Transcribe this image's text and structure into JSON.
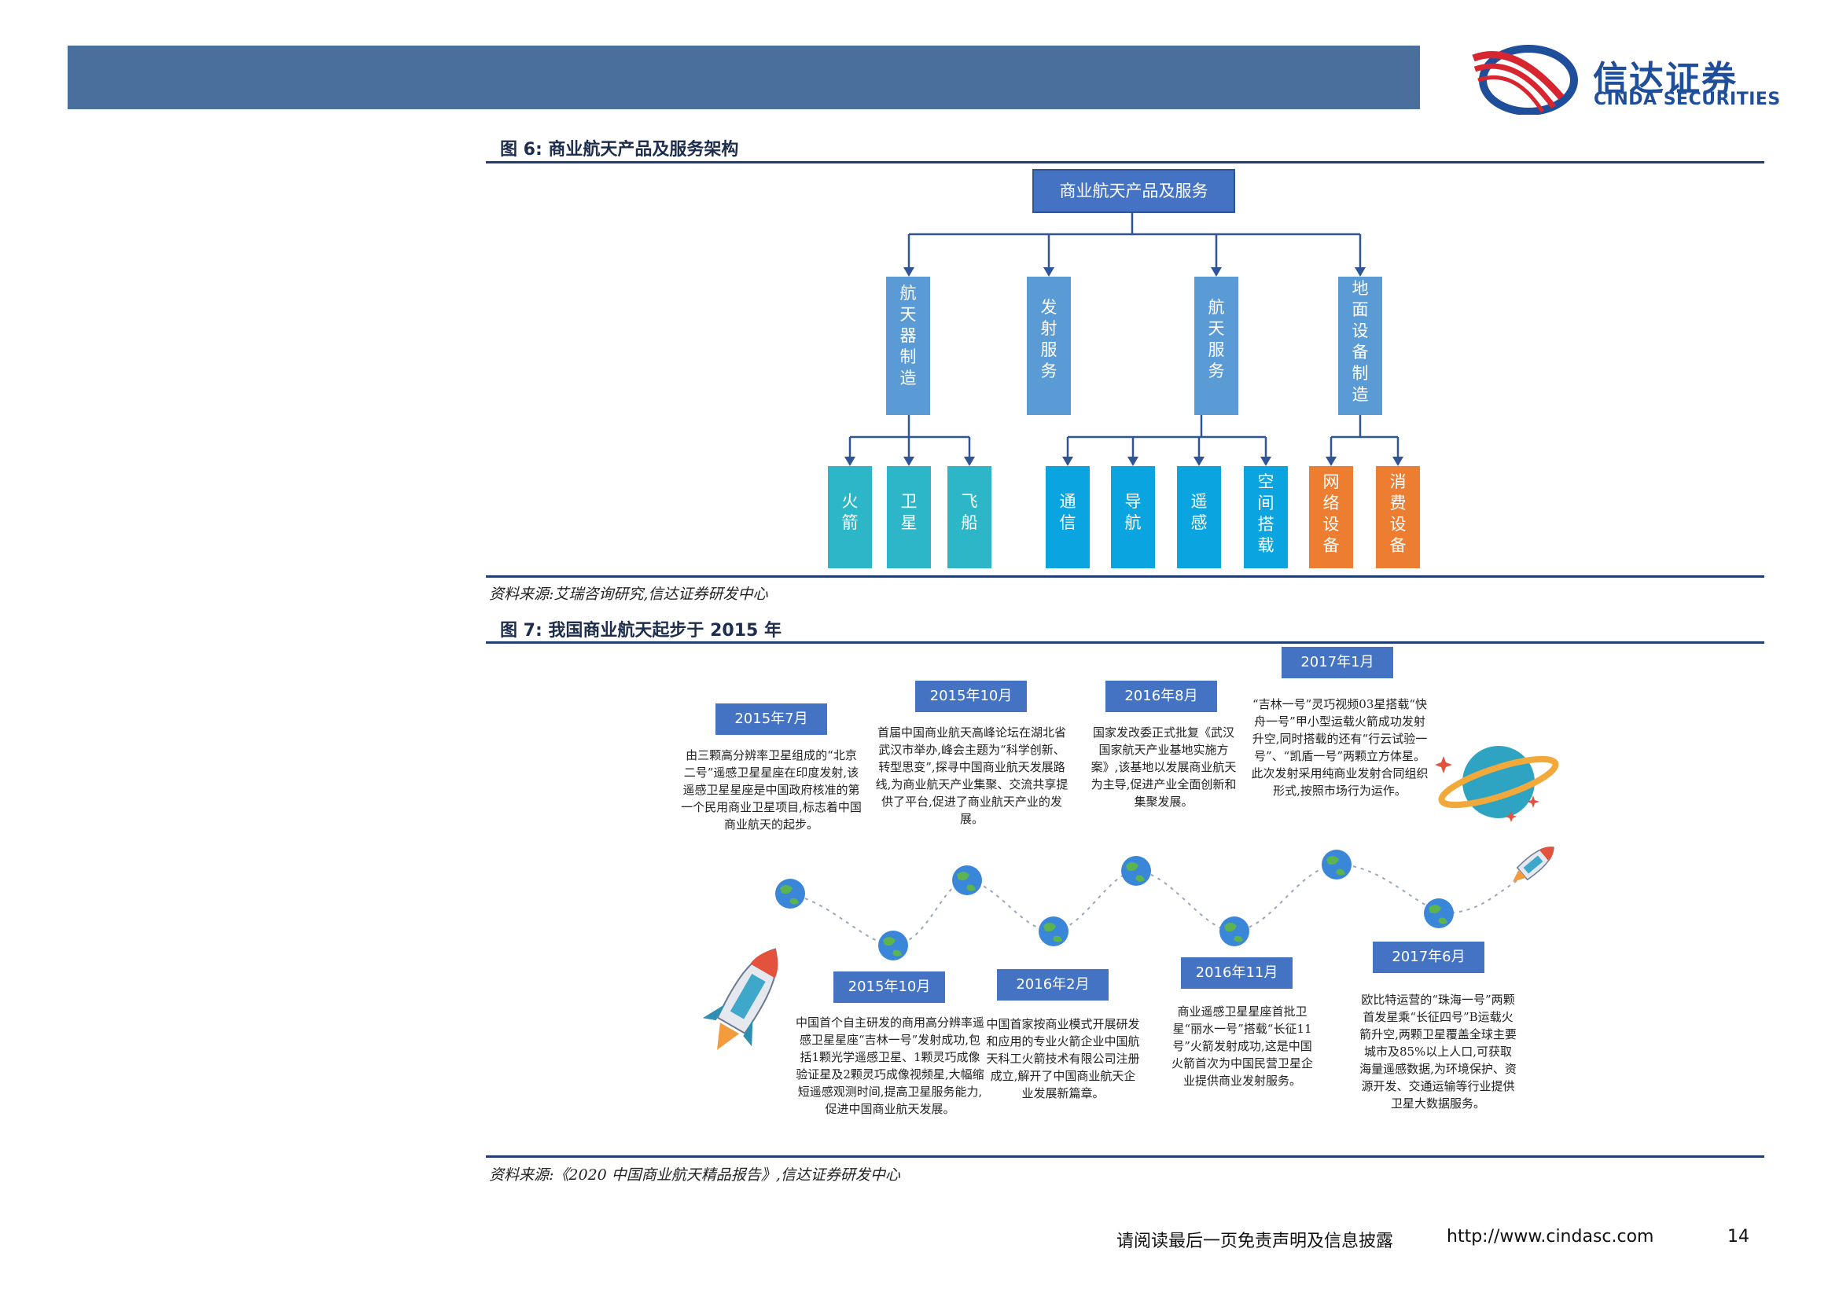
{
  "header": {
    "logo": {
      "cn": "信达证券",
      "en": "CINDA SECURITIES",
      "colors": {
        "red": "#d7262f",
        "blue": "#1f4e9a"
      }
    }
  },
  "figure6": {
    "title": "图 6:  商业航天产品及服务架构",
    "root": "商业航天产品及服务",
    "categories": [
      {
        "label": "航天器制造",
        "children": [
          "火箭",
          "卫星",
          "飞船"
        ]
      },
      {
        "label": "发射服务",
        "children": []
      },
      {
        "label": "航天服务",
        "children": [
          "通信",
          "导航",
          "遥感",
          "空间搭载"
        ]
      },
      {
        "label": "地面设备制造",
        "children": [
          "网络设备",
          "消费设备"
        ]
      }
    ],
    "colors": {
      "root": "#4473c4",
      "category": "#5b9bd5",
      "teal": "#2cb6c7",
      "cyan": "#0aa5e1",
      "orange": "#ed7d31"
    },
    "source": "资料来源:艾瑞咨询研究,信达证券研发中心"
  },
  "figure7": {
    "title": "图 7:  我国商业航天起步于 2015 年",
    "events": [
      {
        "date": "2015年7月",
        "text": "由三颗高分辨率卫星组成的“北京二号”遥感卫星星座在印度发射,该遥感卫星星座是中国政府核准的第一个民用商业卫星项目,标志着中国商业航天的起步。"
      },
      {
        "date": "2015年10月",
        "text": "中国首个自主研发的商用高分辨率遥感卫星星座“吉林一号”发射成功,包括1颗光学遥感卫星、1颗灵巧成像验证星及2颗灵巧成像视频星,大幅缩短遥感观测时间,提高卫星服务能力,促进中国商业航天发展。"
      },
      {
        "date": "2015年10月",
        "text": "首届中国商业航天高峰论坛在湖北省武汉市举办,峰会主题为“科学创新、转型思变”,探寻中国商业航天发展路线,为商业航天产业集聚、交流共享提供了平台,促进了商业航天产业的发展。"
      },
      {
        "date": "2016年2月",
        "text": "中国首家按商业模式开展研发和应用的专业火箭企业中国航天科工火箭技术有限公司注册成立,解开了中国商业航天企业发展新篇章。"
      },
      {
        "date": "2016年8月",
        "text": "国家发改委正式批复《武汉国家航天产业基地实施方案》,该基地以发展商业航天为主导,促进产业全面创新和集聚发展。"
      },
      {
        "date": "2016年11月",
        "text": "商业遥感卫星星座首批卫星“丽水一号”搭载“长征11号”火箭发射成功,这是中国火箭首次为中国民营卫星企业提供商业发射服务。"
      },
      {
        "date": "2017年1月",
        "text": "“吉林一号”灵巧视频03星搭载“快舟一号”甲小型运载火箭成功发射升空,同时搭载的还有“行云试验一号”、“凯盾一号”两颗立方体星。此次发射采用纯商业发射合同组织形式,按照市场行为运作。"
      },
      {
        "date": "2017年6月",
        "text": "欧比特运营的“珠海一号”两颗首发星乘“长征四号”B运载火箭升空,两颗卫星覆盖全球主要城市及85%以上人口,可获取海量遥感数据,为环境保护、资源开发、交通运输等行业提供卫星大数据服务。"
      }
    ],
    "source": "资料来源:《2020 中国商业航天精品报告》,信达证券研发中心"
  },
  "footer": {
    "note": "请阅读最后一页免责声明及信息披露",
    "url": "http://www.cindasc.com",
    "page": "14"
  }
}
